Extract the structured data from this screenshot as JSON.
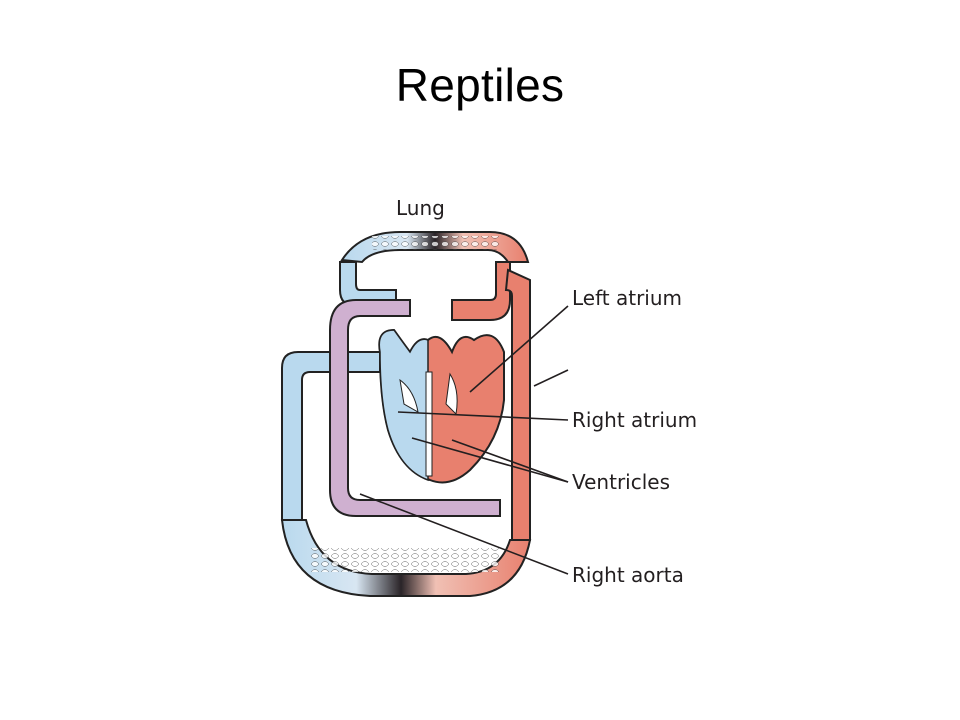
{
  "slide": {
    "title": "Reptiles"
  },
  "diagram": {
    "labels": {
      "lung": "Lung",
      "left_atrium": "Left atrium",
      "right_atrium": "Right atrium",
      "ventricles": "Ventricles",
      "right_aorta": "Right aorta"
    },
    "colors": {
      "deoxygenated": "#b9d9ee",
      "oxygenated": "#e8806e",
      "mixed": "#cfb0d0",
      "outline": "#222222"
    }
  }
}
